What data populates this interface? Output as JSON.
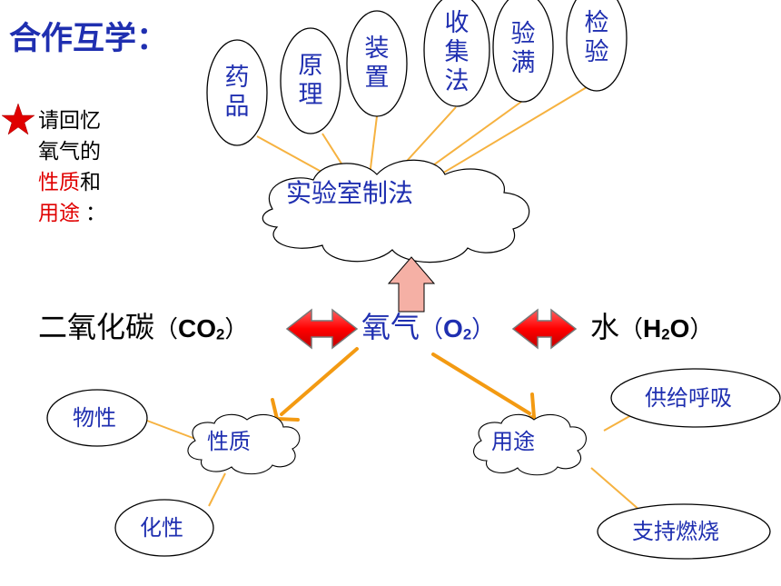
{
  "title": "合作互学：",
  "prompt": {
    "line1": "请回忆",
    "line2": "氧气的",
    "line3_red": "性质",
    "line3_black": "和",
    "line4_red": "用途",
    "line4_black": "："
  },
  "lab_cloud": "实验室制法",
  "lab_items": [
    {
      "text": "药品"
    },
    {
      "text": "原理"
    },
    {
      "text": "装置"
    },
    {
      "text": "收集法"
    },
    {
      "text": "验满"
    },
    {
      "text": "检验"
    }
  ],
  "left_compound": {
    "name": "二氧化碳",
    "open": "（",
    "formula_pre": "CO",
    "sub": "2",
    "close": "）"
  },
  "center_compound": {
    "name": "氧气",
    "open": "（",
    "formula_pre": "O",
    "sub": "2",
    "close": "）"
  },
  "right_compound": {
    "name": "水",
    "open": "（",
    "formula_pre": "H",
    "sub": "2",
    "formula_post": "O",
    "close": "）"
  },
  "properties_cloud": "性质",
  "properties_items": [
    "物性",
    "化性"
  ],
  "uses_cloud": "用途",
  "uses_items": [
    "供给呼吸",
    "支持燃烧"
  ],
  "colors": {
    "text_blue": "#1f2fb0",
    "connector": "#f6b240",
    "arrow_orange": "#f39a12",
    "double_arrow_red": "#ff0000",
    "up_arrow_fill": "#f5b0a5",
    "star": "#e00000"
  }
}
